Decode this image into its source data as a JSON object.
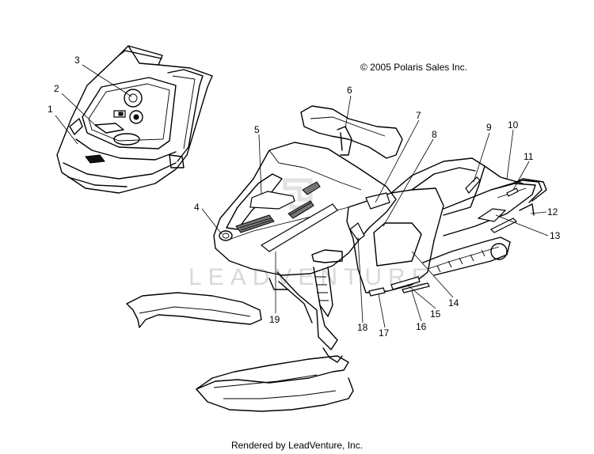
{
  "copyright": "© 2005 Polaris Sales Inc.",
  "watermark": "LEADVENTURE",
  "credit": "Rendered by LeadVenture, Inc.",
  "callouts": [
    "1",
    "2",
    "3",
    "4",
    "5",
    "6",
    "7",
    "8",
    "9",
    "10",
    "11",
    "12",
    "13",
    "14",
    "15",
    "16",
    "17",
    "18",
    "19"
  ]
}
